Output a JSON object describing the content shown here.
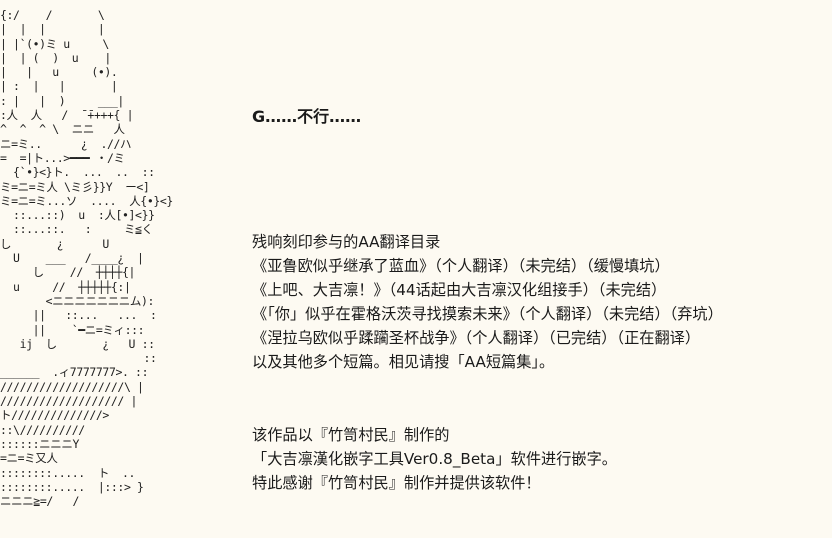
{
  "art": {
    "lines": [
      "{:/    /       \\",
      "|  |  |        |",
      "| |`(•)ミ u     \\",
      "|  | (  )  u    |",
      "|   |   u     (•).",
      "| :  |   |       |",
      ": |   |  )     ___|",
      ":人  人   /  ̄ ̄++++{ |",
      "^  ^  ^ \\  ニニ   人",
      "ニ=ミ..      ¿  .//ハ",
      "=  =|ト...>━━━ ・/ミ",
      "  {`•}<}ト.  ...  ..  ::",
      "ミ=ニ=ミ人 \\ミ彡}}Y  ー<]",
      "ミ=ニ=ミ...ソ  ....  人{•}<}",
      "  ::...::)  u  :人[•]<}}",
      "  ::...::.   :     ミ≦く",
      "し       ¿      U",
      "  U    ___   /____¿  |",
      "     し    //  ┼┼┼┼{|",
      "  u     //  ┼┼┼┼┼{:|",
      "       <ニニニニニニニム):",
      "     ||   ::...   ...  :",
      "     ||    `━ニ=ミィ:::",
      "   ij  し       ¿   U ::",
      "                      ::",
      "______  .ィ7777777>. ::",
      "///////////////////\\ |",
      "/////////////////// |",
      "ト//////////////>",
      "::\\//////////",
      "::::::ニニニY",
      "=ニ=ミ又人",
      "::::::::.....  ト  ..",
      "::::::::.....  |:::> }",
      "ニニニ≧=/   /"
    ]
  },
  "heading": "G……不行……",
  "credits": [
    "残响刻印参与的AA翻译目录",
    "《亚鲁欧似乎继承了蓝血》（个人翻译）（未完结）（缓慢填坑）",
    "《上吧、大吉凛！》（44话起由大吉凛汉化组接手）（未完结）",
    "《「你」似乎在霍格沃茨寻找摸索未来》（个人翻译）（未完结）（弃坑）",
    "《涅拉乌欧似乎蹂躏圣杯战争》（个人翻译）（已完结）（正在翻译）",
    "以及其他多个短篇。相见请搜「AA短篇集」。"
  ],
  "info": [
    "该作品以『竹笥村民』制作的",
    "「大吉凛漢化嵌字工具Ver0.8_Beta」软件进行嵌字。",
    "特此感谢『竹笥村民』制作并提供该软件！"
  ]
}
